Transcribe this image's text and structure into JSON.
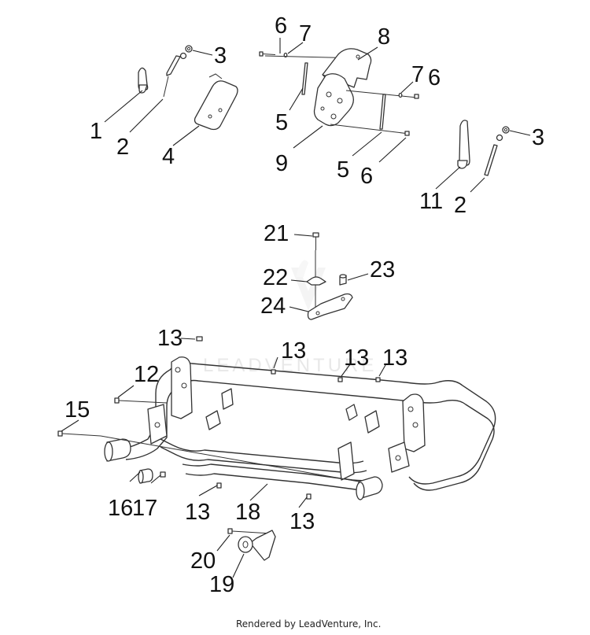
{
  "diagram": {
    "callouts": {
      "c1": "1",
      "c2a": "2",
      "c3a": "3",
      "c4": "4",
      "c5a": "5",
      "c5b": "5",
      "c6a": "6",
      "c6b": "6",
      "c6c": "6",
      "c7a": "7",
      "c7b": "7",
      "c8": "8",
      "c9": "9",
      "c11": "11",
      "c2b": "2",
      "c3b": "3",
      "c21": "21",
      "c22": "22",
      "c23": "23",
      "c24": "24",
      "c13a": "13",
      "c13b": "13",
      "c13c": "13",
      "c13d": "13",
      "c13e": "13",
      "c13f": "13",
      "c12": "12",
      "c15": "15",
      "c16": "16",
      "c17": "17",
      "c18": "18",
      "c20": "20",
      "c19": "19"
    },
    "watermark": "LEADVENTURE",
    "footer": "Rendered by LeadVenture, Inc."
  }
}
